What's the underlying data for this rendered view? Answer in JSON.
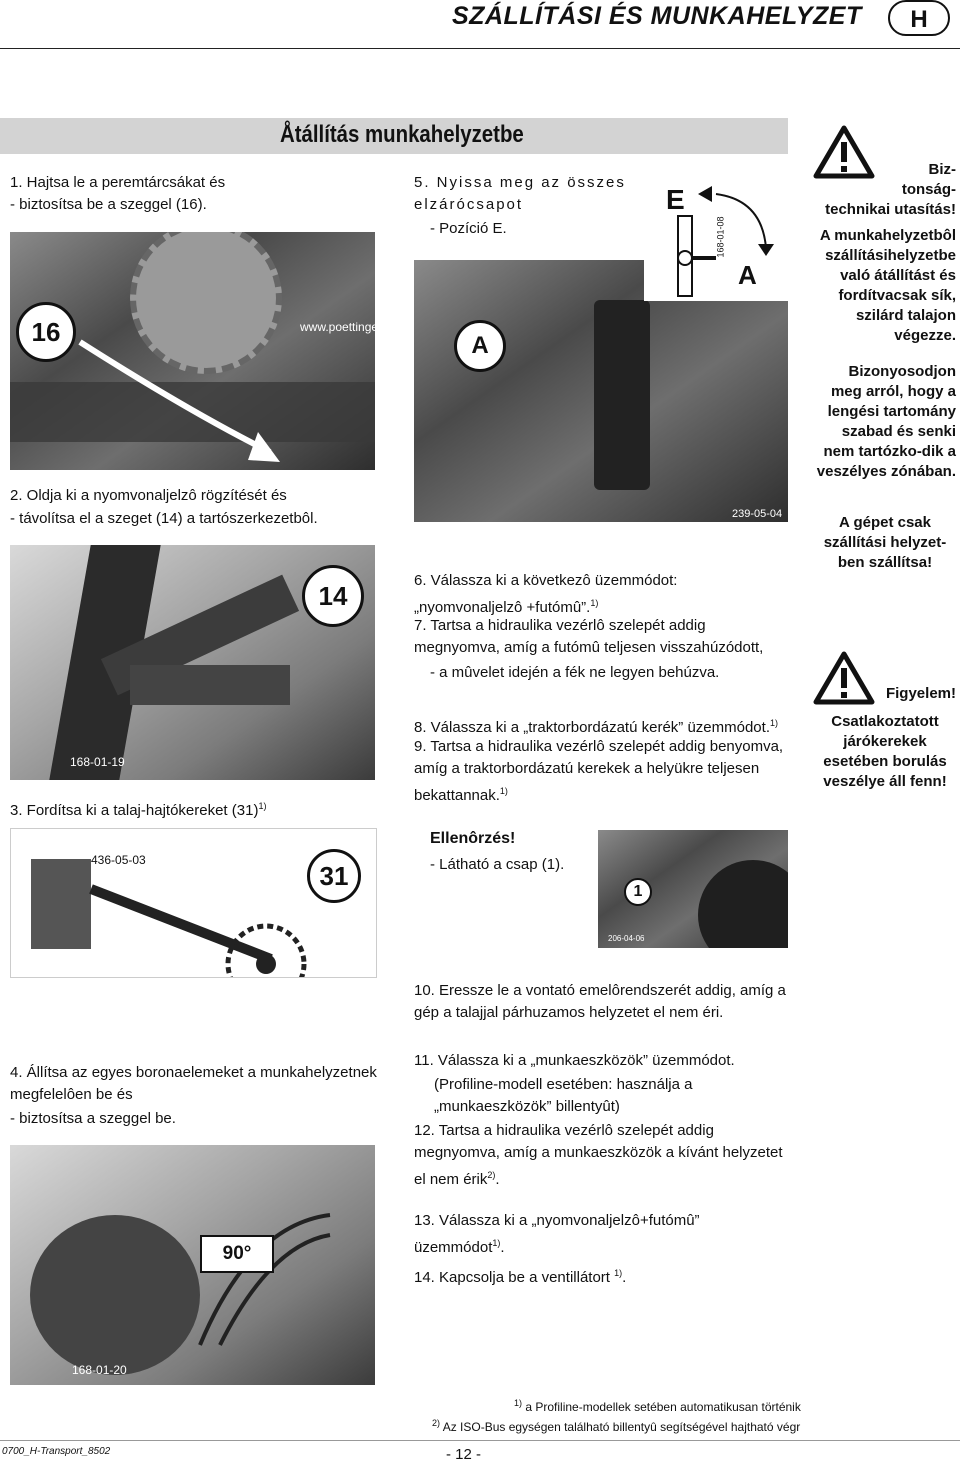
{
  "header": {
    "title": "SZÁLLÍTÁSI ÉS MUNKAHELYZET",
    "lang_badge": "H"
  },
  "section": {
    "title": "Åtállítás munkahelyzetbe"
  },
  "left": {
    "step1": "1. Hajtsa le a peremtárcsákat és",
    "step1_sub": "- biztosítsa be a szeggel (16).",
    "photo1": {
      "badge": "16",
      "url_text": "www.poettinger.at"
    },
    "step2": "2. Oldja ki a nyomvonaljelzô rögzítését és",
    "step2_sub": "- távolítsa el a szeget (14) a tartószerkezetbôl.",
    "photo2": {
      "badge": "14",
      "code": "168-01-19"
    },
    "step3": "3. Fordítsa ki a talaj-hajtókereket (31)",
    "step3_sup": "1)",
    "photo3": {
      "badge": "31",
      "code": "436-05-03"
    },
    "step4": "4. Állítsa az egyes boronaelemeket a munkahelyzetnek megfelelôen be és",
    "step4_sub": "- biztosítsa a szeggel be.",
    "photo4": {
      "angle": "90°",
      "code": "168-01-20"
    }
  },
  "middle": {
    "step5": "5. Nyissa meg az összes elzárócsapot",
    "step5_sub": "- Pozíció E.",
    "photo5": {
      "label_e": "E",
      "label_a1": "A",
      "label_a2": "A",
      "code": "239-05-04",
      "code2": "168-01-08"
    },
    "step6": "6. Válassza ki a következô üzemmódot: „nyomvonaljelzô +futómû”.",
    "step6_sup": "1)",
    "step7": "7. Tartsa a hidraulika vezérlô szelepét addig megnyomva, amíg a futómû teljesen visszahúzódott,",
    "step7_sub": "- a mûvelet idején a fék ne legyen behúzva.",
    "step8": "8. Válassza ki a „traktorbordázatú kerék” üzemmódot.",
    "step8_sup": "1)",
    "step9": "9. Tartsa a hidraulika vezérlô szelepét addig benyomva, amíg a traktorbordázatú kerekek a helyükre teljesen bekattannak.",
    "step9_sup": "1)",
    "check_title": "Ellenôrzés!",
    "check_sub": "- Látható a csap (1).",
    "photo6": {
      "badge": "1",
      "code": "206-04-06"
    },
    "step10": "10. Eressze le a vontató emelôrendszerét addig, amíg a gép a talajjal párhuzamos helyzetet el nem éri.",
    "step11": "11. Válassza ki a „munkaeszközök” üzemmódot.",
    "step11_note": "(Profiline-modell esetében: használja a „munkaeszközök” billentyût)",
    "step12": "12. Tartsa a hidraulika vezérlô szelepét addig megnyomva, amíg a munkaeszközök a kívánt helyzetet el nem érik",
    "step12_sup": "2)",
    "step13": "13. Válassza ki a „nyomvonaljelzô+futómû” üzemmódot",
    "step13_sup": "1)",
    "step14": "14. Kapcsolja be a ventillátort",
    "step14_sup": "1)"
  },
  "right": {
    "warn1_title": "Biz-tonság-technikai utasítás!",
    "warn1_l1": "Biz-",
    "warn1_l2": "tonság-",
    "warn1_l3": "technikai utasítás!",
    "warn1_text": "A munkahelyzetbôl szállításihelyzetbe való átállítást és fordítvacsak sík, szilárd talajon végezze.",
    "warn2_text": "Bizonyosodjon meg arról, hogy a lengési tartomány szabad és senki nem tartózko-dik a veszélyes zónában.",
    "warn3_text": "A gépet csak szállítási helyzet-ben szállítsa!",
    "warn4_title": "Figyelem!",
    "warn4_text": "Csatlakoztatott járókerekek esetében borulás veszélye áll fenn!"
  },
  "footnotes": {
    "fn1_mark": "1)",
    "fn1": "a Profiline-modellek setében automatikusan történik",
    "fn2_mark": "2)",
    "fn2": "Az ISO-Bus egységen található billentyû segítségével hajtható végr"
  },
  "footer": {
    "doc_code": "0700_H-Transport_8502",
    "page": "- 12 -"
  }
}
